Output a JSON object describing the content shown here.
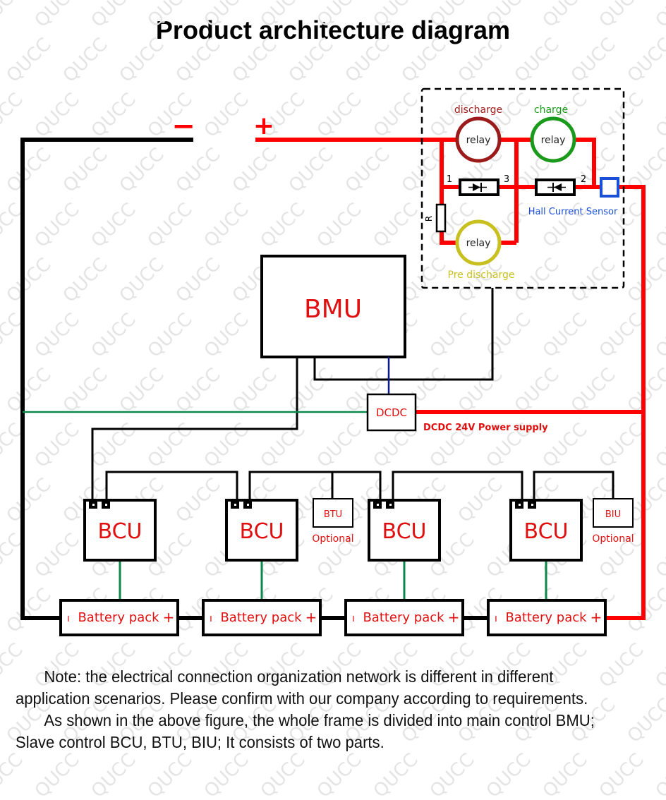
{
  "title": "Product architecture diagram",
  "colors": {
    "power_positive": "#ff0000",
    "power_negative": "#000000",
    "comm_green": "#0a8a4a",
    "comm_blue": "#0a1a8a",
    "text_red": "#e01010",
    "discharge_relay": "#9b1b1b",
    "charge_relay": "#1a9a1a",
    "predischarge_relay": "#c8c020",
    "hall_sensor": "#1a4fd8"
  },
  "terminals": {
    "negative": "−",
    "positive": "+"
  },
  "relay_box": {
    "discharge": {
      "caption": "discharge",
      "label": "relay"
    },
    "charge": {
      "caption": "charge",
      "label": "relay"
    },
    "pre_discharge": {
      "caption": "Pre discharge",
      "label": "relay"
    },
    "node_1": "1",
    "node_2": "2",
    "node_3": "3",
    "resistor": "R",
    "hall_sensor": "Hall Current Sensor"
  },
  "bmu": {
    "label": "BMU"
  },
  "dcdc": {
    "label": "DCDC",
    "caption": "DCDC 24V Power supply"
  },
  "bcus": [
    {
      "label": "BCU"
    },
    {
      "label": "BCU"
    },
    {
      "label": "BCU"
    },
    {
      "label": "BCU"
    }
  ],
  "optional_units": [
    {
      "label": "BTU",
      "caption": "Optional"
    },
    {
      "label": "BIU",
      "caption": "Optional"
    }
  ],
  "battery_packs": [
    {
      "label": "Battery pack",
      "minus": "ı",
      "plus": "+"
    },
    {
      "label": "Battery pack",
      "minus": "ı",
      "plus": "+"
    },
    {
      "label": "Battery pack",
      "minus": "ı",
      "plus": "+"
    },
    {
      "label": "Battery pack",
      "minus": "ı",
      "plus": "+"
    }
  ],
  "watermark": "QUCC",
  "notes": [
    "Note: the electrical connection organization network is different in different application scenarios. Please confirm with our company according to requirements.",
    "As shown in the above figure, the whole frame is divided into main control BMU; Slave control BCU, BTU, BIU; It consists of two parts."
  ]
}
